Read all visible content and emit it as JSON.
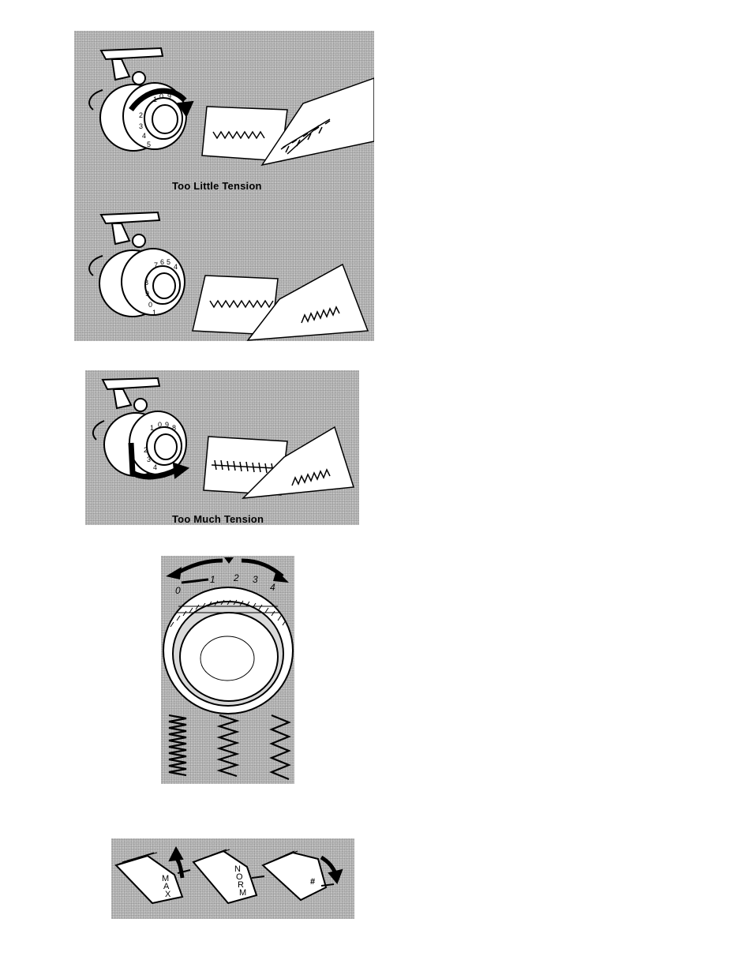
{
  "figures": {
    "too_little": {
      "caption": "Too Little Tension",
      "dial_numbers": [
        "5",
        "4",
        "3",
        "2",
        "1",
        "0",
        "9"
      ]
    },
    "balanced": {
      "dial_numbers": [
        "7",
        "6",
        "5",
        "4",
        "8",
        "9",
        "0",
        "1"
      ]
    },
    "too_much": {
      "caption": "Too Much Tension",
      "dial_numbers": [
        "4",
        "3",
        "2",
        "1",
        "0",
        "9",
        "8"
      ]
    },
    "stitch_dial": {
      "scale": [
        "0",
        "1",
        "2",
        "3",
        "4"
      ]
    },
    "lever": {
      "positions": [
        {
          "label_chars": [
            "M",
            "A",
            "X"
          ]
        },
        {
          "label_chars": [
            "N",
            "O",
            "R",
            "M"
          ]
        },
        {
          "label_chars": [
            "#"
          ]
        }
      ]
    }
  }
}
